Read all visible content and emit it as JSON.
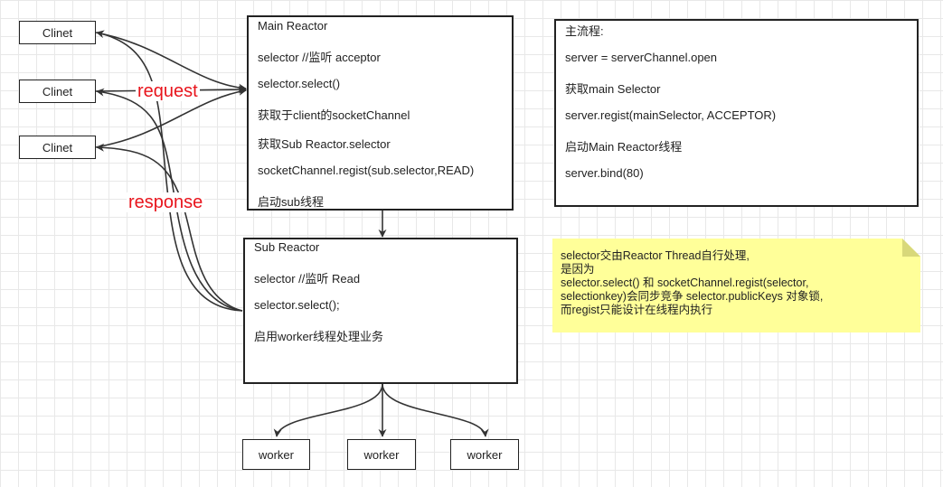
{
  "clients": [
    "Clinet",
    "Clinet",
    "Clinet"
  ],
  "main_reactor": {
    "lines": [
      "Main Reactor",
      "selector  //监听 acceptor",
      "selector.select()",
      "获取于client的socketChannel",
      "获取Sub Reactor.selector",
      "socketChannel.regist(sub.selector,READ)",
      "启动sub线程"
    ]
  },
  "sub_reactor": {
    "lines": [
      "Sub Reactor",
      "selector  //监听  Read",
      "selector.select();",
      "启用worker线程处理业务"
    ]
  },
  "main_flow": {
    "lines": [
      "主流程:",
      "server =  serverChannel.open",
      "获取main Selector",
      "server.regist(mainSelector, ACCEPTOR)",
      "启动Main Reactor线程",
      "server.bind(80)"
    ]
  },
  "note": {
    "lines": [
      "selector交由Reactor Thread自行处理,",
      "是因为",
      "selector.select() 和 socketChannel.regist(selector,",
      "selectionkey)会同步竞争 selector.publicKeys 对象锁,",
      "而regist只能设计在线程内执行"
    ]
  },
  "workers": [
    "worker",
    "worker",
    "worker"
  ],
  "labels": {
    "request": "request",
    "response": "response"
  },
  "colors": {
    "label": "#e8141c",
    "note_bg": "#ffff99",
    "line": "#333333"
  }
}
